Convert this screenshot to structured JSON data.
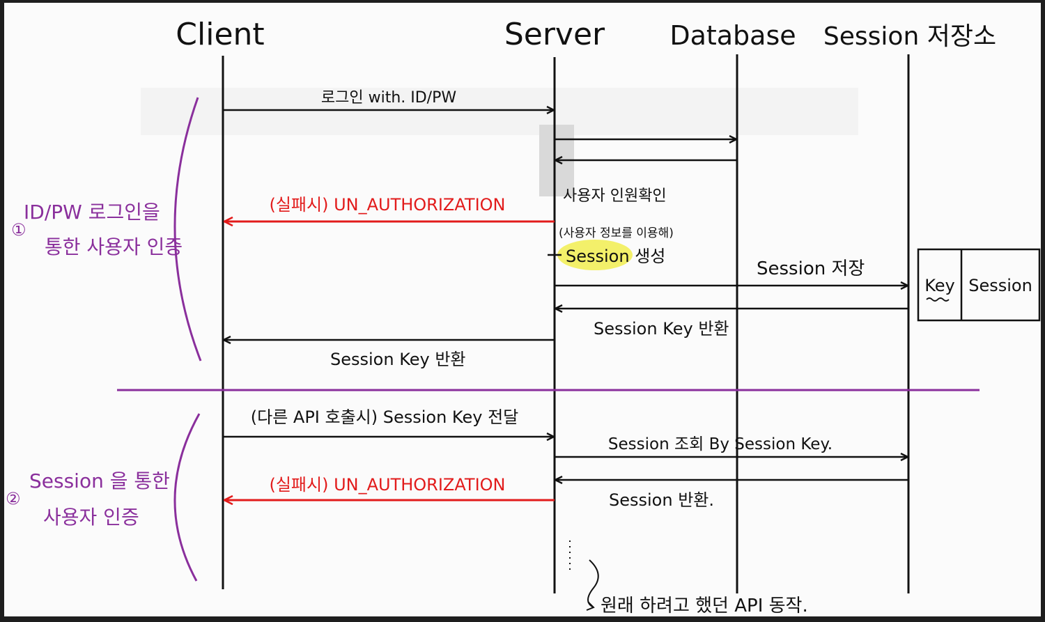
{
  "participants": {
    "client": "Client",
    "server": "Server",
    "database": "Database",
    "session_store": "Session 저장소"
  },
  "phase1": {
    "label_line1": "ID/PW 로그인을",
    "label_line2": "통한 사용자 인증",
    "number": "①",
    "messages": {
      "login": "로그인 with. ID/PW",
      "verify_user": "사용자 인원확인",
      "fail": "(실패시) UN_AUTHORIZATION",
      "using_user_info": "(사용자 정보를 이용해)",
      "session_create": "Session 생성",
      "session_save": "Session 저장",
      "session_key_return_db": "Session Key 반환",
      "session_key_return_client": "Session Key 반환"
    }
  },
  "store_table": {
    "col_key": "Key",
    "col_session": "Session"
  },
  "phase2": {
    "label_line1": "Session 을 통한",
    "label_line2": "사용자 인증",
    "number": "②",
    "messages": {
      "send_key": "(다른 API 호출시) Session Key 전달",
      "lookup": "Session 조회 By Session Key.",
      "fail": "(실패시) UN_AUTHORIZATION",
      "session_return": "Session 반환.",
      "original_api": "원래 하려고 했던 API 동작."
    }
  },
  "colors": {
    "ink": "#111111",
    "error": "#e21b1b",
    "phase": "#8a2f9c",
    "highlight": "#f3f06a",
    "board": "#fbfbfb"
  }
}
